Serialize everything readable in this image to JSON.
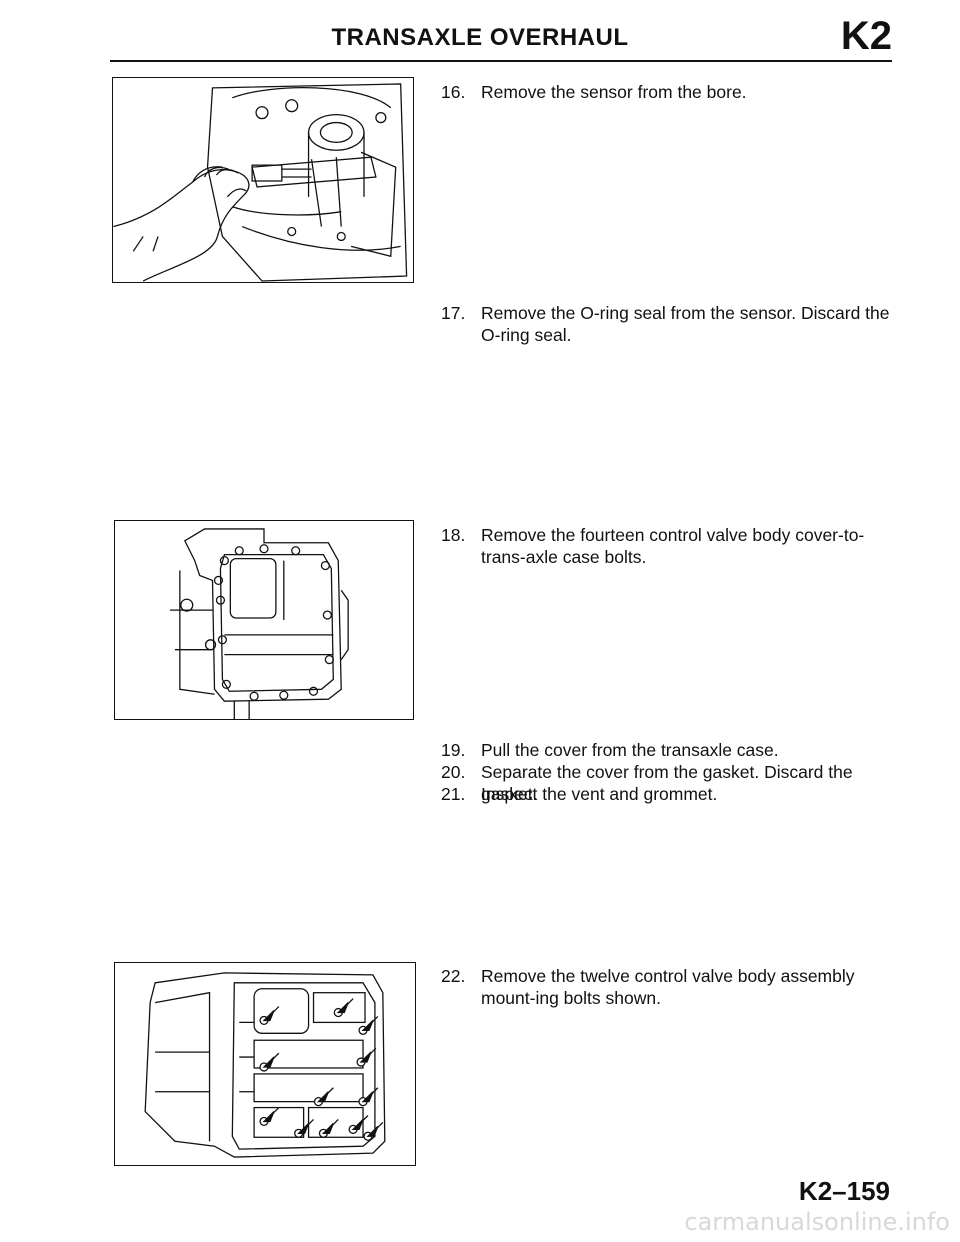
{
  "header": {
    "title": "TRANSAXLE OVERHAUL",
    "section_code": "K2"
  },
  "figures": [
    {
      "name": "figure-sensor-removal",
      "icon": "hand-removing-sensor-illustration"
    },
    {
      "name": "figure-valve-body-cover",
      "icon": "valve-body-cover-bolts-illustration"
    },
    {
      "name": "figure-valve-body-bolts",
      "icon": "valve-body-mounting-bolts-arrows-illustration"
    }
  ],
  "steps": [
    {
      "num": "16.",
      "text": "Remove the sensor from the bore."
    },
    {
      "num": "17.",
      "text": "Remove the O-ring seal from the sensor. Discard the O-ring seal."
    },
    {
      "num": "18.",
      "text": "Remove the fourteen control valve body cover-to-trans-axle case bolts."
    },
    {
      "num": "19.",
      "text": "Pull the cover from the transaxle case."
    },
    {
      "num": "20.",
      "text": "Separate the cover from the gasket. Discard the gasket."
    },
    {
      "num": "21.",
      "text": "Inspect the vent and grommet."
    },
    {
      "num": "22.",
      "text": "Remove the twelve control valve body assembly mount-ing bolts shown."
    }
  ],
  "footer": {
    "page_number": "K2–159",
    "watermark": "carmanualsonline.info"
  }
}
